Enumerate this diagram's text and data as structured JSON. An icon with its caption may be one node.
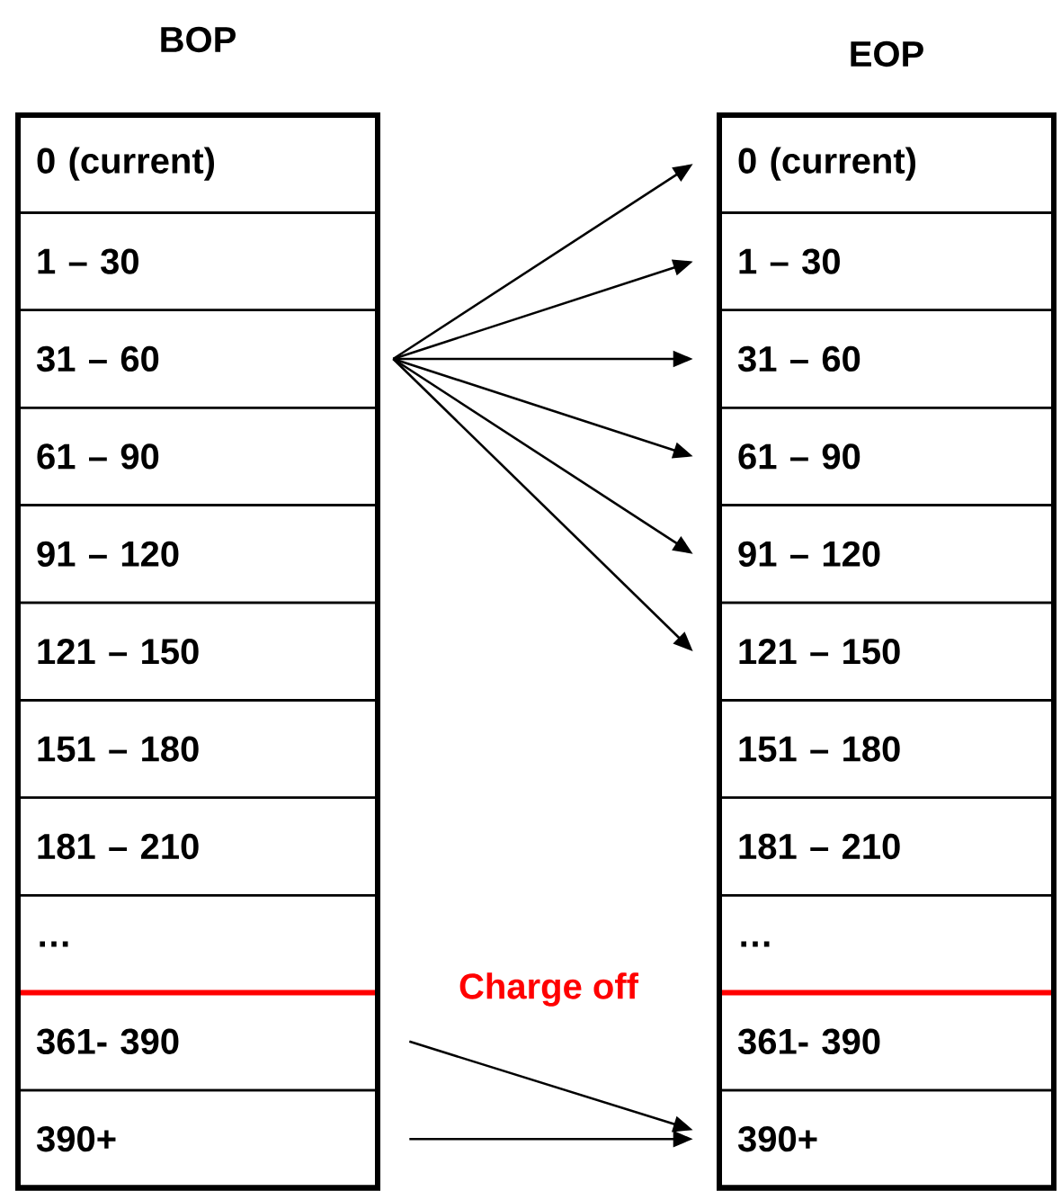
{
  "diagram": {
    "nodes": [
      {
        "text": [
          "BOP"
        ]
      },
      {
        "text": [
          "0 (current)"
        ],
        "in": 0
      },
      {
        "text": [
          "1 – 30"
        ],
        "in": 0
      },
      {
        "text": [
          "31 – 60"
        ],
        "in": 0
      },
      {
        "text": [
          "61 – 90"
        ],
        "in": 0
      },
      {
        "text": [
          "91 – 120"
        ],
        "in": 0
      },
      {
        "text": [
          "121 – 150"
        ],
        "in": 0
      },
      {
        "text": [
          "151 – 180"
        ],
        "in": 0
      },
      {
        "text": [
          "181 – 210"
        ],
        "in": 0
      },
      {
        "text": [
          "…"
        ],
        "in": 0
      },
      {
        "text": [
          "361- 390"
        ],
        "in": 0
      },
      {
        "text": [
          "390+"
        ],
        "in": 0
      },
      {
        "text": [
          "EOP"
        ]
      },
      {
        "text": [
          "0 (current)"
        ],
        "in": 12
      },
      {
        "text": [
          "1 – 30"
        ],
        "in": 12
      },
      {
        "text": [
          "31 – 60"
        ],
        "in": 12
      },
      {
        "text": [
          "61 – 90"
        ],
        "in": 12
      },
      {
        "text": [
          "91 – 120"
        ],
        "in": 12
      },
      {
        "text": [
          "121 – 150"
        ],
        "in": 12
      },
      {
        "text": [
          "151 – 180"
        ],
        "in": 12
      },
      {
        "text": [
          "181 – 210"
        ],
        "in": 12
      },
      {
        "text": [
          "…"
        ],
        "in": 12
      },
      {
        "text": [
          "361- 390"
        ],
        "in": 12
      },
      {
        "text": [
          "390+"
        ],
        "in": 12
      }
    ],
    "edges": [
      {
        "from": 3,
        "to": 13,
        "arrow": "to"
      },
      {
        "from": 3,
        "to": 14,
        "arrow": "to"
      },
      {
        "from": 3,
        "to": 15,
        "arrow": "to"
      },
      {
        "from": 3,
        "to": 16,
        "arrow": "to"
      },
      {
        "from": 3,
        "to": 17,
        "arrow": "to"
      },
      {
        "from": 3,
        "to": 18,
        "arrow": "to"
      },
      {
        "from": 10,
        "to": 23,
        "arrow": "to"
      },
      {
        "from": 11,
        "to": 23,
        "arrow": "to"
      }
    ],
    "labels": [
      "Charge off"
    ]
  }
}
